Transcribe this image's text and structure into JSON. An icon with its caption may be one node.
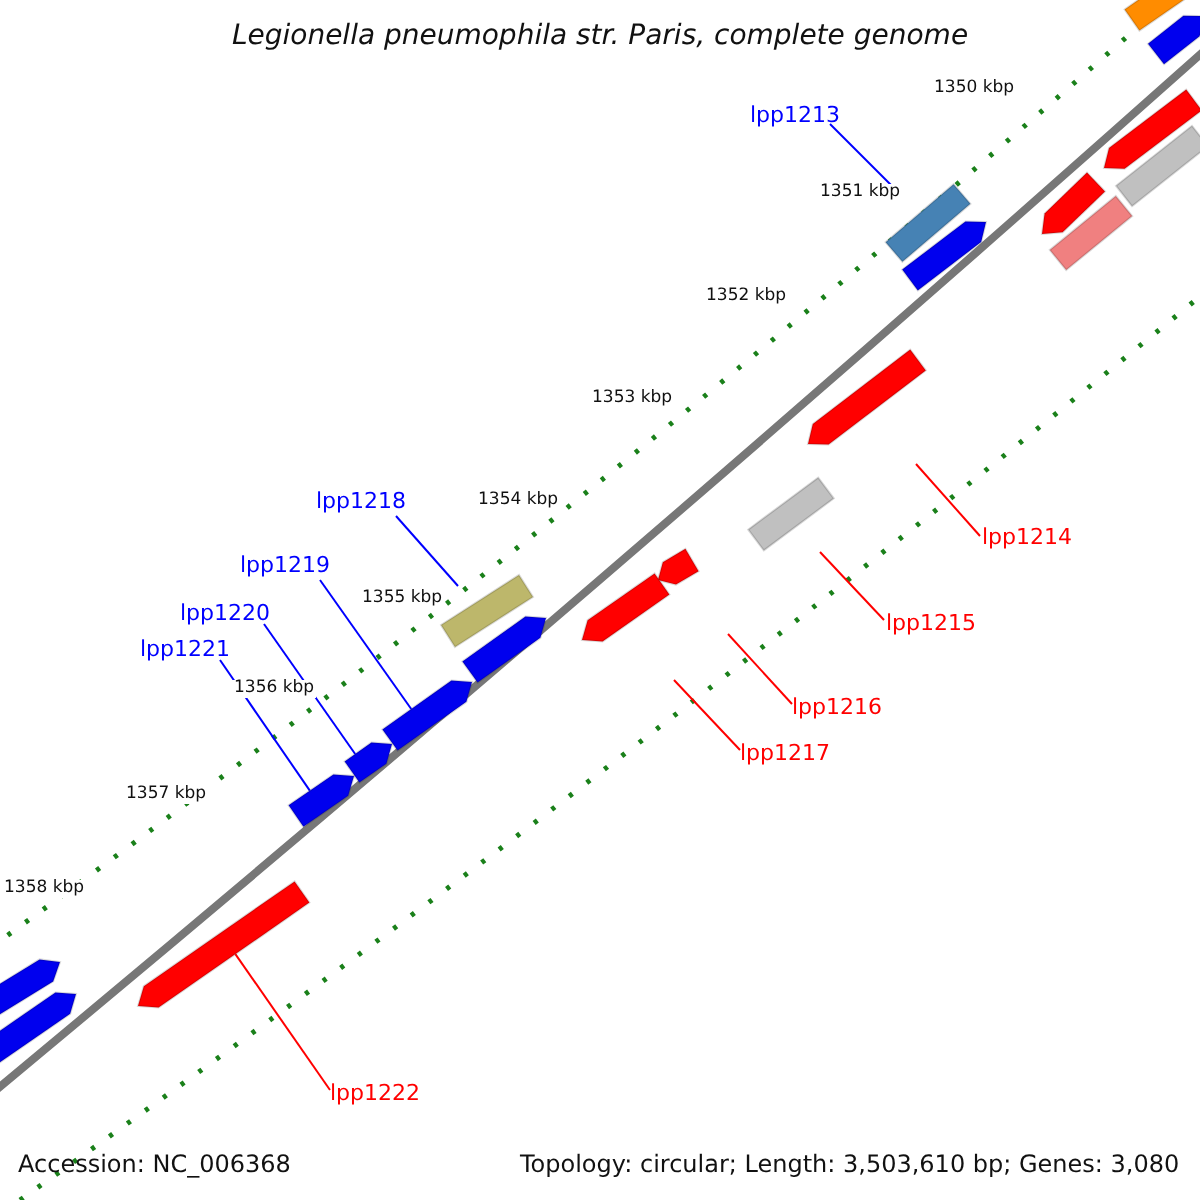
{
  "diagram": {
    "title": "Legionella pneumophila str. Paris, complete genome",
    "nodes": [
      {
        "text": [
          "lpp1213"
        ]
      },
      {
        "text": [],
        "shape": "bar"
      },
      {
        "text": [
          "lpp1214"
        ]
      },
      {
        "text": [],
        "shape": "arrow"
      },
      {
        "text": [
          "lpp1215"
        ]
      },
      {
        "text": [],
        "shape": "bar"
      },
      {
        "text": [
          "lpp1216"
        ]
      },
      {
        "text": [],
        "shape": "arrow"
      },
      {
        "text": [
          "lpp1217"
        ]
      },
      {
        "text": [],
        "shape": "arrow"
      },
      {
        "text": [
          "lpp1218"
        ]
      },
      {
        "text": [],
        "shape": "bar"
      },
      {
        "text": [
          "lpp1219"
        ]
      },
      {
        "text": [],
        "shape": "arrow"
      },
      {
        "text": [
          "lpp1220"
        ]
      },
      {
        "text": [],
        "shape": "arrow"
      },
      {
        "text": [
          "lpp1221"
        ]
      },
      {
        "text": [],
        "shape": "arrow"
      },
      {
        "text": [
          "lpp1222"
        ]
      },
      {
        "text": [],
        "shape": "arrow"
      },
      {
        "text": [],
        "shape": "bar"
      },
      {
        "text": [],
        "shape": "arrow"
      },
      {
        "text": [],
        "shape": "arrow"
      },
      {
        "text": [],
        "shape": "bar"
      },
      {
        "text": [],
        "shape": "arrow"
      },
      {
        "text": [],
        "shape": "bar"
      },
      {
        "text": [],
        "shape": "arrow"
      },
      {
        "text": [],
        "shape": "arrow"
      },
      {
        "text": [],
        "shape": "arrow"
      },
      {
        "text": [],
        "shape": "arrow"
      }
    ],
    "edges": [
      {
        "from": 0,
        "to": 1,
        "arrow": "none",
        "color": "#0000ff"
      },
      {
        "from": 2,
        "to": 3,
        "arrow": "none",
        "color": "#ff0000"
      },
      {
        "from": 4,
        "to": 5,
        "arrow": "none",
        "color": "#ff0000"
      },
      {
        "from": 6,
        "to": 7,
        "arrow": "none",
        "color": "#ff0000"
      },
      {
        "from": 8,
        "to": 9,
        "arrow": "none",
        "color": "#ff0000"
      },
      {
        "from": 10,
        "to": 11,
        "arrow": "none",
        "color": "#0000ff"
      },
      {
        "from": 12,
        "to": 13,
        "arrow": "none",
        "color": "#0000ff"
      },
      {
        "from": 14,
        "to": 15,
        "arrow": "none",
        "color": "#0000ff"
      },
      {
        "from": 16,
        "to": 17,
        "arrow": "none",
        "color": "#0000ff"
      },
      {
        "from": 18,
        "to": 19,
        "arrow": "none",
        "color": "#ff0000"
      }
    ],
    "labels": [
      "1350 kbp",
      "1351 kbp",
      "1352 kbp",
      "1353 kbp",
      "1354 kbp",
      "1355 kbp",
      "1356 kbp",
      "1357 kbp",
      "1358 kbp",
      "Accession: NC_006368",
      "Topology: circular; Length: 3,503,610 bp; Genes: 3,080"
    ]
  }
}
